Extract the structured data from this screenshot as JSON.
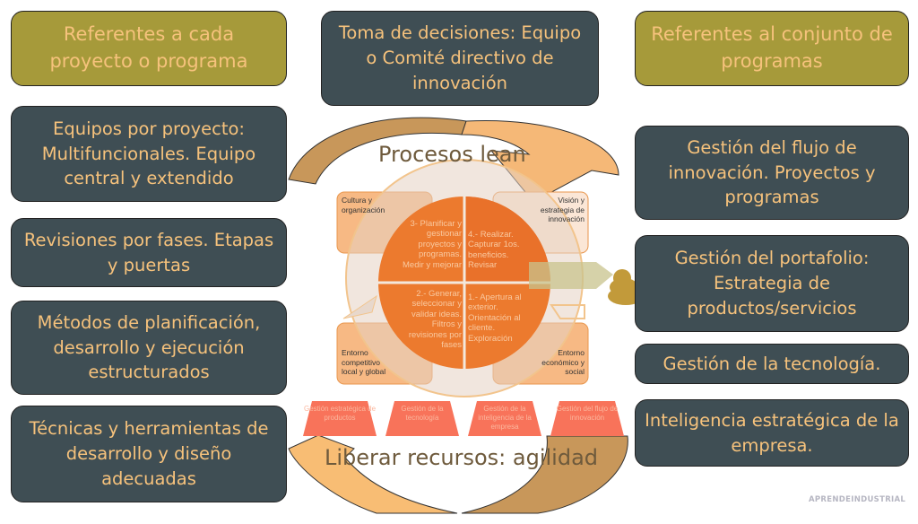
{
  "left": {
    "header": "Referentes a cada proyecto o programa",
    "items": [
      "Equipos por proyecto: Multifuncionales. Equipo central y extendido",
      "Revisiones por fases. Etapas y puertas",
      "Métodos de planificación, desarrollo y ejecución estructurados",
      "Técnicas y herramientas de desarrollo y diseño adecuadas"
    ]
  },
  "center": {
    "header": "Toma de decisiones: Equipo o Comité directivo de innovación",
    "top_label": "Procesos lean",
    "bottom_label": "Liberar recursos: agilidad",
    "corners": [
      "Cultura y organización",
      "Visión y estrategia de innovación",
      "Entorno competitivo local y global",
      "Entorno económico y social"
    ],
    "quadrants": [
      "3- Planificar y gestionar proyectos y programas. Medir y mejorar",
      "4.- Realizar. Capturar 1os. beneficios. Revisar",
      "2.- Generar, seleccionar y validar ideas. Filtros y revisiones por fases",
      "1.- Apertura al exterior. Orientación al cliente. Exploración"
    ],
    "trapezoids": [
      "Gestión estratégica de productos",
      "Gestión de la tecnología",
      "Gestión de la inteligencia de la empresa",
      "Gestión del flujo de innovación"
    ]
  },
  "right": {
    "header": "Referentes al conjunto de programas",
    "items": [
      "Gestión del flujo de innovación. Proyectos y programas",
      "Gestión del portafolio: Estrategia de productos/servicios",
      "Gestión de la tecnología.",
      "Inteligencia estratégica de la empresa."
    ]
  },
  "watermark": "APRENDEINDUSTRIAL",
  "colors": {
    "slate": "#3f4e54",
    "olive": "#a69a3a",
    "text": "#f6c27c",
    "orange": "#ec7a2e",
    "trapezoid": "#f8735a"
  }
}
